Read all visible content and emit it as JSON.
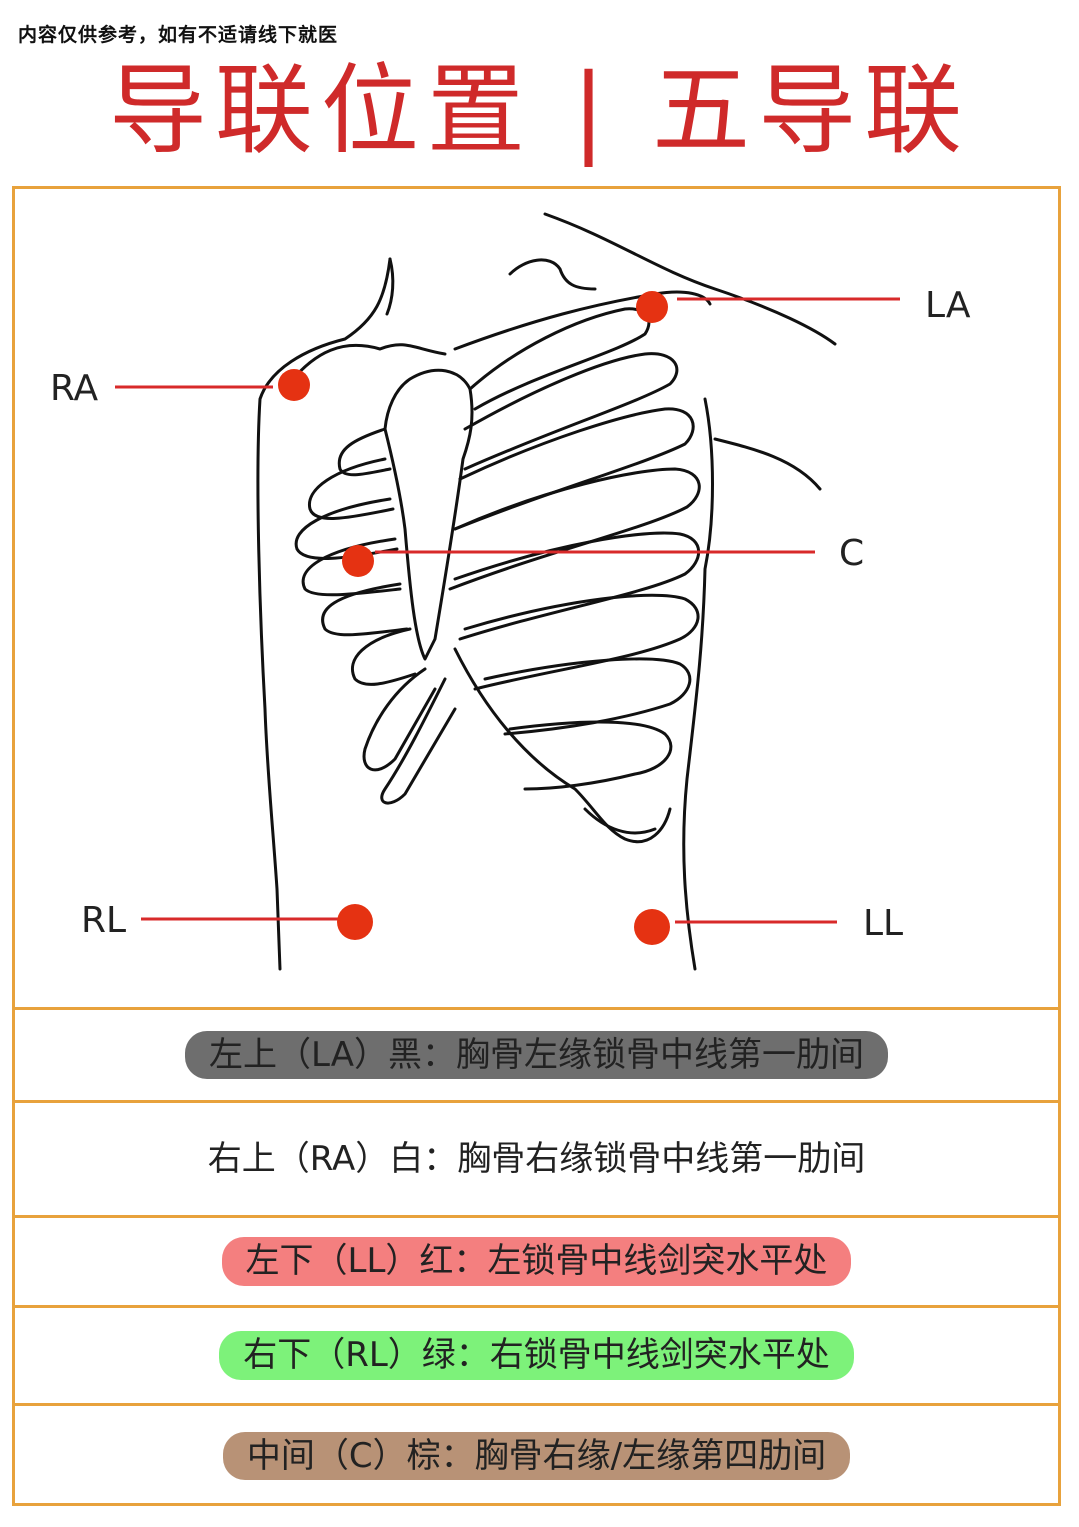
{
  "disclaimer": "内容仅供参考，如有不适请线下就医",
  "title": "导联位置 | 五导联",
  "diagram": {
    "electrodes": [
      {
        "id": "LA",
        "label": "LA"
      },
      {
        "id": "RA",
        "label": "RA"
      },
      {
        "id": "C",
        "label": "C"
      },
      {
        "id": "RL",
        "label": "RL"
      },
      {
        "id": "LL",
        "label": "LL"
      }
    ],
    "marker_color": "#e53212",
    "line_color": "#d82a2a"
  },
  "legend": [
    {
      "text": "左上（LA）黑：胸骨左缘锁骨中线第一肋间",
      "color": "#6e6e6e"
    },
    {
      "text": "右上（RA）白：胸骨右缘锁骨中线第一肋间",
      "color": "#ffffff"
    },
    {
      "text": "左下（LL）红：左锁骨中线剑突水平处",
      "color": "#f47f7f"
    },
    {
      "text": "右下（RL）绿：右锁骨中线剑突水平处",
      "color": "#7df27a"
    },
    {
      "text": "中间（C）棕：胸骨右缘/左缘第四肋间",
      "color": "#b89276"
    }
  ],
  "accent_color": "#e8a23c",
  "title_color": "#cf2a2a"
}
